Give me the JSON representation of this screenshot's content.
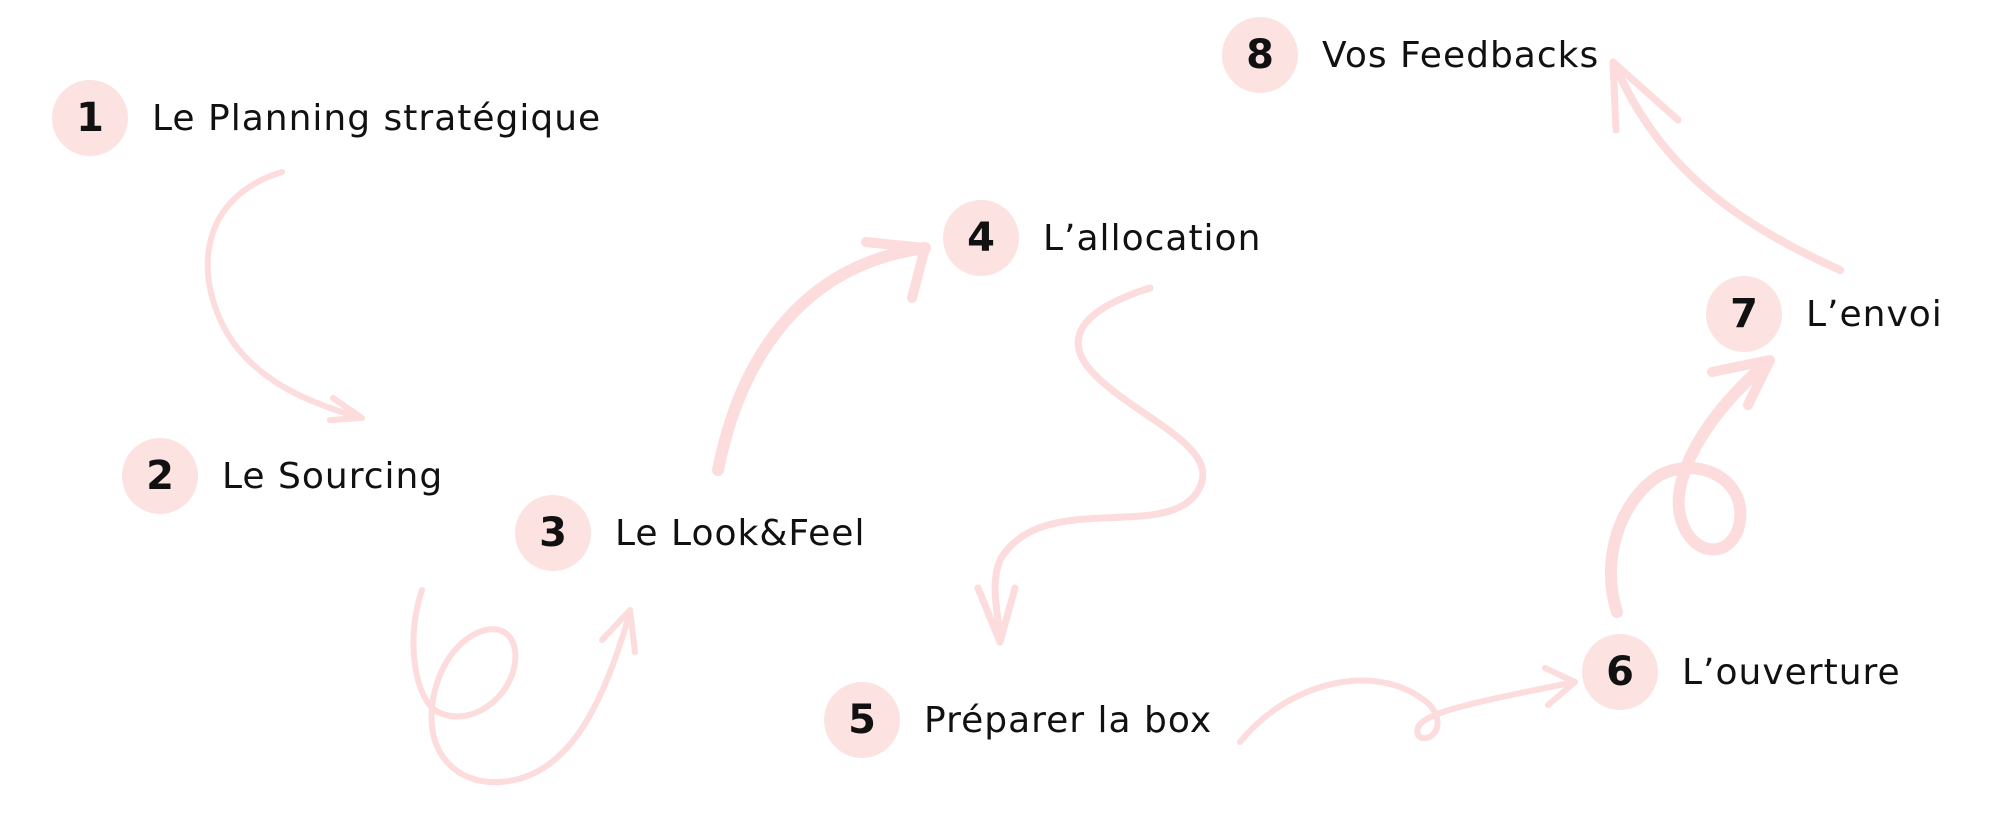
{
  "steps": [
    {
      "number": "1",
      "label": "Le Planning stratégique"
    },
    {
      "number": "2",
      "label": "Le Sourcing"
    },
    {
      "number": "3",
      "label": "Le Look&Feel"
    },
    {
      "number": "4",
      "label": "L’allocation"
    },
    {
      "number": "5",
      "label": "Préparer la box"
    },
    {
      "number": "6",
      "label": "L’ouverture"
    },
    {
      "number": "7",
      "label": "L’envoi"
    },
    {
      "number": "8",
      "label": "Vos Feedbacks"
    }
  ],
  "colors": {
    "badge": "#fde2e2",
    "arrow": "#fcdcdc",
    "text": "#111111"
  }
}
